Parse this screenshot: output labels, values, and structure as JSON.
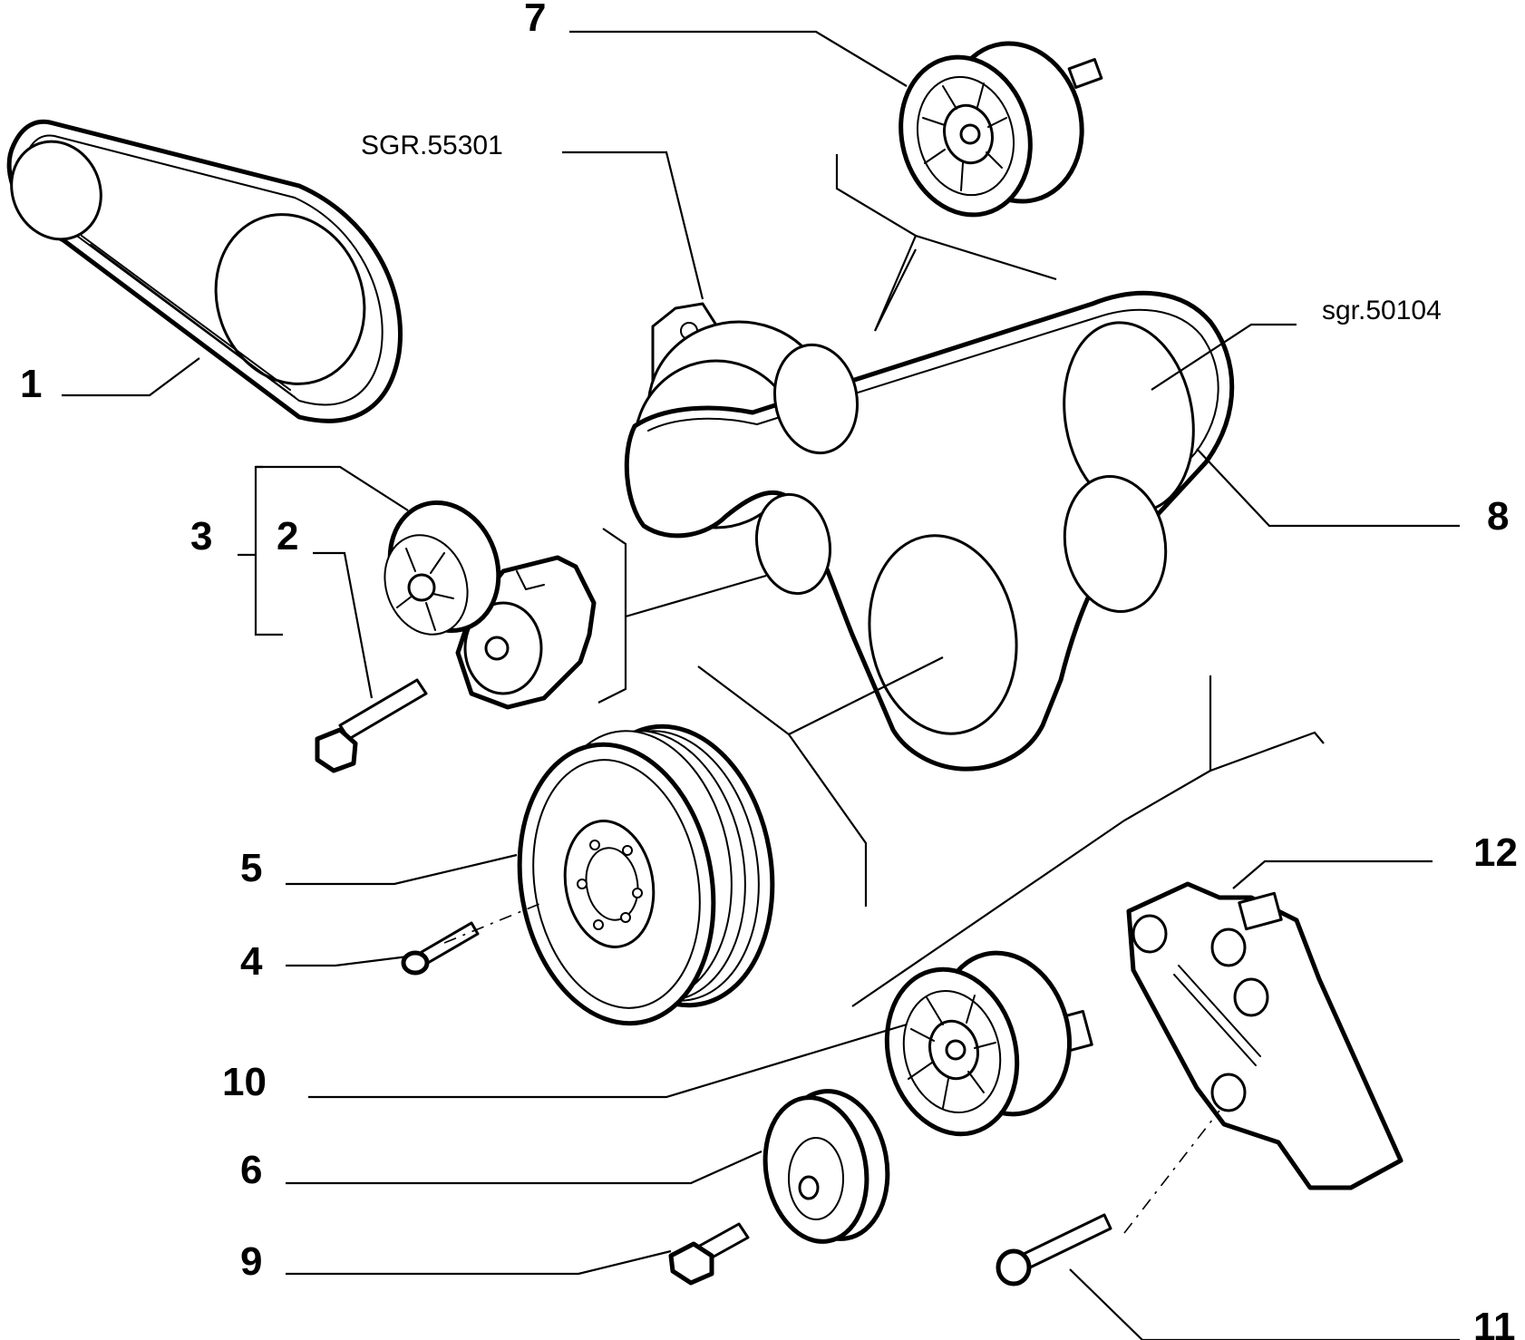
{
  "labels": {
    "l1": "1",
    "l2": "2",
    "l3": "3",
    "l4": "4",
    "l5": "5",
    "l6": "6",
    "l7": "7",
    "l8": "8",
    "l9": "9",
    "l10": "10",
    "l11": "11",
    "l12": "12"
  },
  "refs": {
    "sgr55301": "SGR.55301",
    "sgr50104": "sgr.50104"
  }
}
